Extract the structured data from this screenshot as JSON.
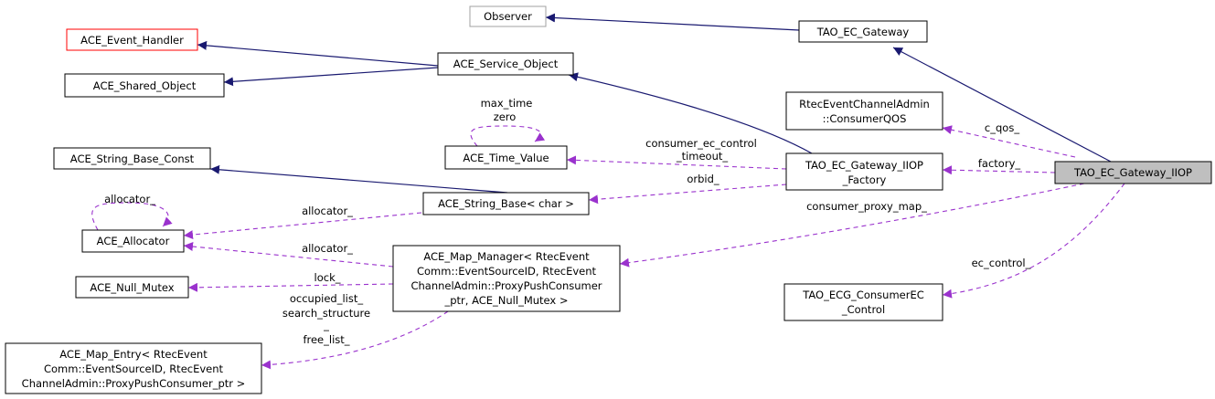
{
  "nodes": {
    "observer": {
      "lines": [
        "Observer"
      ],
      "border": "#a0a0a0"
    },
    "tao_ec_gateway": {
      "lines": [
        "TAO_EC_Gateway"
      ]
    },
    "ace_event_handler": {
      "lines": [
        "ACE_Event_Handler"
      ],
      "border": "#ff0000"
    },
    "ace_service_object": {
      "lines": [
        "ACE_Service_Object"
      ]
    },
    "ace_shared_object": {
      "lines": [
        "ACE_Shared_Object"
      ]
    },
    "consumer_qos": {
      "lines": [
        "RtecEventChannelAdmin",
        "::ConsumerQOS"
      ]
    },
    "ace_string_base_const": {
      "lines": [
        "ACE_String_Base_Const"
      ]
    },
    "ace_time_value": {
      "lines": [
        "ACE_Time_Value"
      ]
    },
    "gateway_iiop_factory": {
      "lines": [
        "TAO_EC_Gateway_IIOP",
        "_Factory"
      ]
    },
    "gateway_iiop": {
      "lines": [
        "TAO_EC_Gateway_IIOP"
      ],
      "fill": "#bfbfbf"
    },
    "ace_string_base": {
      "lines": [
        "ACE_String_Base< char >"
      ]
    },
    "ace_allocator": {
      "lines": [
        "ACE_Allocator"
      ]
    },
    "ace_map_manager": {
      "lines": [
        "ACE_Map_Manager< RtecEvent",
        "Comm::EventSourceID, RtecEvent",
        "ChannelAdmin::ProxyPushConsumer",
        "_ptr, ACE_Null_Mutex >"
      ]
    },
    "ace_null_mutex": {
      "lines": [
        "ACE_Null_Mutex"
      ]
    },
    "consumer_ec_control": {
      "lines": [
        "TAO_ECG_ConsumerEC",
        "_Control"
      ]
    },
    "ace_map_entry": {
      "lines": [
        "ACE_Map_Entry< RtecEvent",
        "Comm::EventSourceID, RtecEvent",
        "ChannelAdmin::ProxyPushConsumer_ptr >"
      ]
    }
  },
  "edge_labels": {
    "max_time_zero": [
      "max_time",
      "zero"
    ],
    "allocator_self": [
      "allocator_"
    ],
    "consumer_ec_control_timeout": [
      "consumer_ec_control",
      "_timeout_"
    ],
    "orbid": [
      "orbid_"
    ],
    "c_qos": [
      "c_qos_"
    ],
    "factory": [
      "factory_"
    ],
    "consumer_proxy_map": [
      "consumer_proxy_map_"
    ],
    "allocator_string": [
      "allocator_"
    ],
    "allocator_map": [
      "allocator_"
    ],
    "lock": [
      "lock_"
    ],
    "ec_control": [
      "ec_control_"
    ],
    "entry_links": [
      "occupied_list_",
      "search_structure",
      "_",
      "free_list_"
    ]
  },
  "colors": {
    "inheritance": "#191970",
    "usage": "#9a32cd",
    "default_border": "#000000",
    "default_fill": "#ffffff"
  }
}
